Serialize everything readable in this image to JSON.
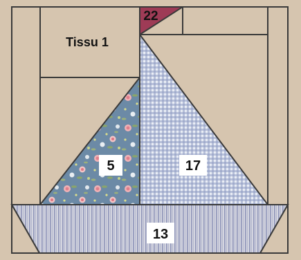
{
  "diagram": {
    "labels": {
      "tissu": "Tissu 1",
      "flag": "22",
      "left_sail": "5",
      "right_sail": "17",
      "hull": "13"
    },
    "colors": {
      "background_fabric": "#d6c5af",
      "seam": "#3a3a3a",
      "flag": "#9e3b56",
      "floral_base": "#6c8aa6",
      "gingham_base": "#e9edf5",
      "gingham_check": "#8d9bc3",
      "hull_base": "#d4d5e0",
      "hull_stripe": "#8e94b8",
      "label_box": "#ffffff"
    }
  }
}
